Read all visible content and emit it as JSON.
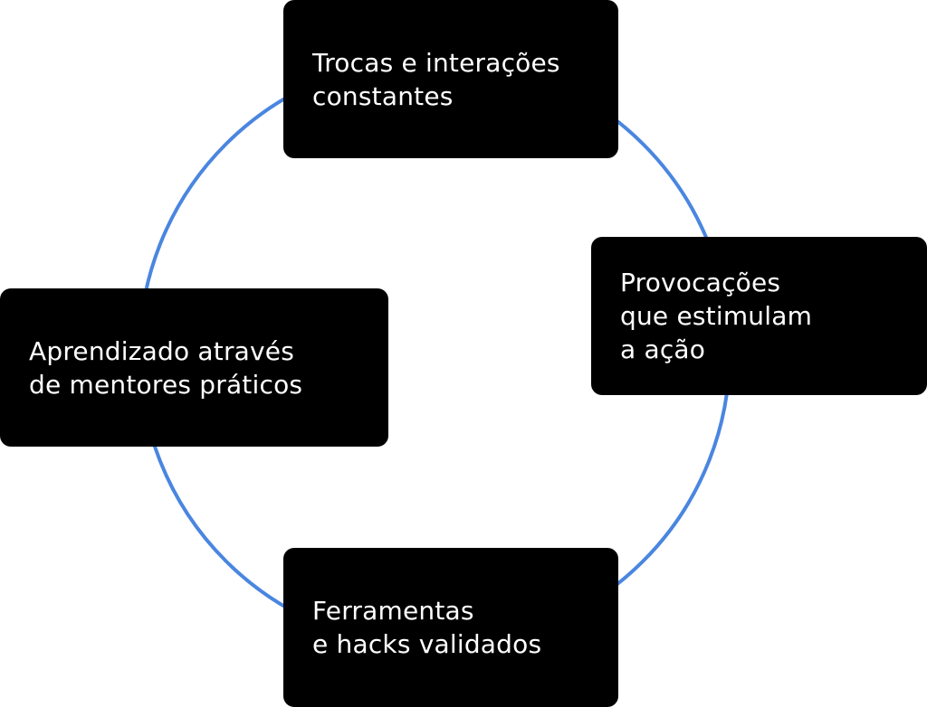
{
  "colors": {
    "ring": "#4A86E0",
    "box_background": "#000000",
    "box_text": "#FFFFFF"
  },
  "nodes": {
    "top": {
      "lines": [
        "Trocas e interações",
        "constantes"
      ]
    },
    "right": {
      "lines": [
        "Provocações",
        "que estimulam",
        "a ação"
      ]
    },
    "bottom": {
      "lines": [
        "Ferramentas",
        "e hacks validados"
      ]
    },
    "left": {
      "lines": [
        "Aprendizado através",
        "de mentores práticos"
      ]
    }
  }
}
